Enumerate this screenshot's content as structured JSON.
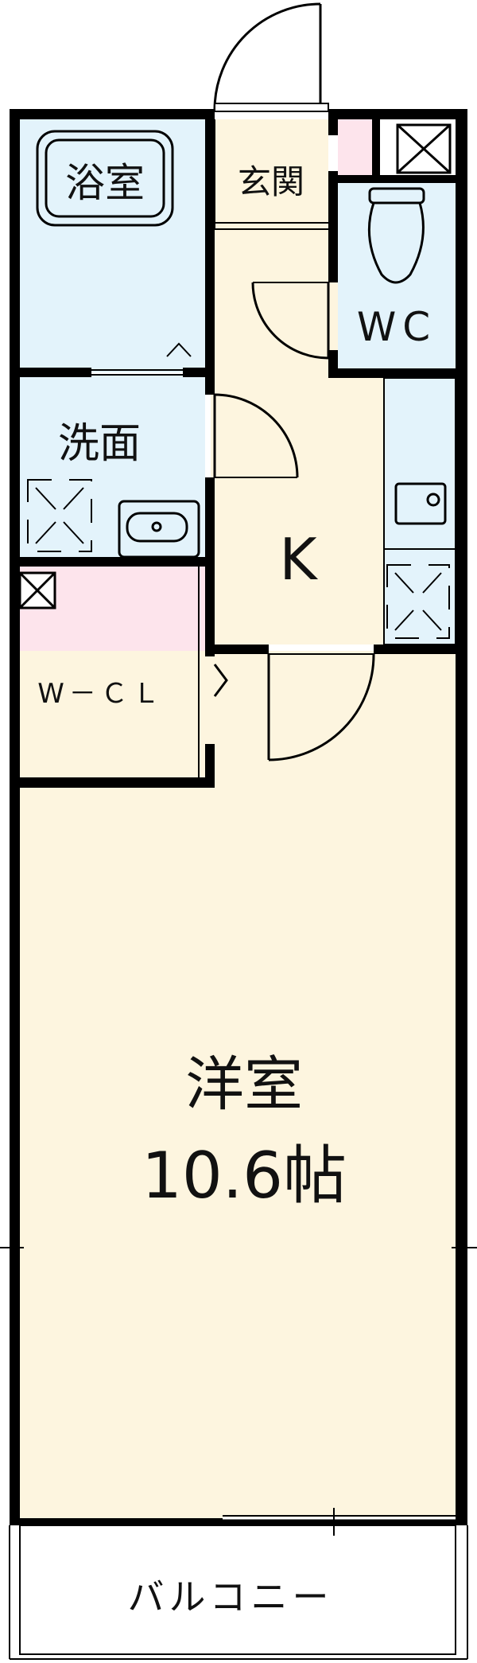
{
  "rooms": {
    "bath": "浴室",
    "entrance": "玄関",
    "toilet": "WC",
    "washroom": "洗面",
    "kitchen": "K",
    "closet": "W－ＣＬ",
    "western_room": "洋室",
    "western_room_size": "10.6帖",
    "balcony": "バルコニー"
  },
  "colors": {
    "wall": "#000000",
    "floor_beige": "#fdf5df",
    "wet_blue": "#e3f3fb",
    "closet_pink": "#fde4ec",
    "entrance_floor": "#fdf5df",
    "balcony": "#ffffff"
  },
  "symbols": [
    "cross-box-icon",
    "toilet-icon",
    "washbasin-icon",
    "sink-icon",
    "door-swing-icon",
    "ventilation-arrows-icon"
  ]
}
